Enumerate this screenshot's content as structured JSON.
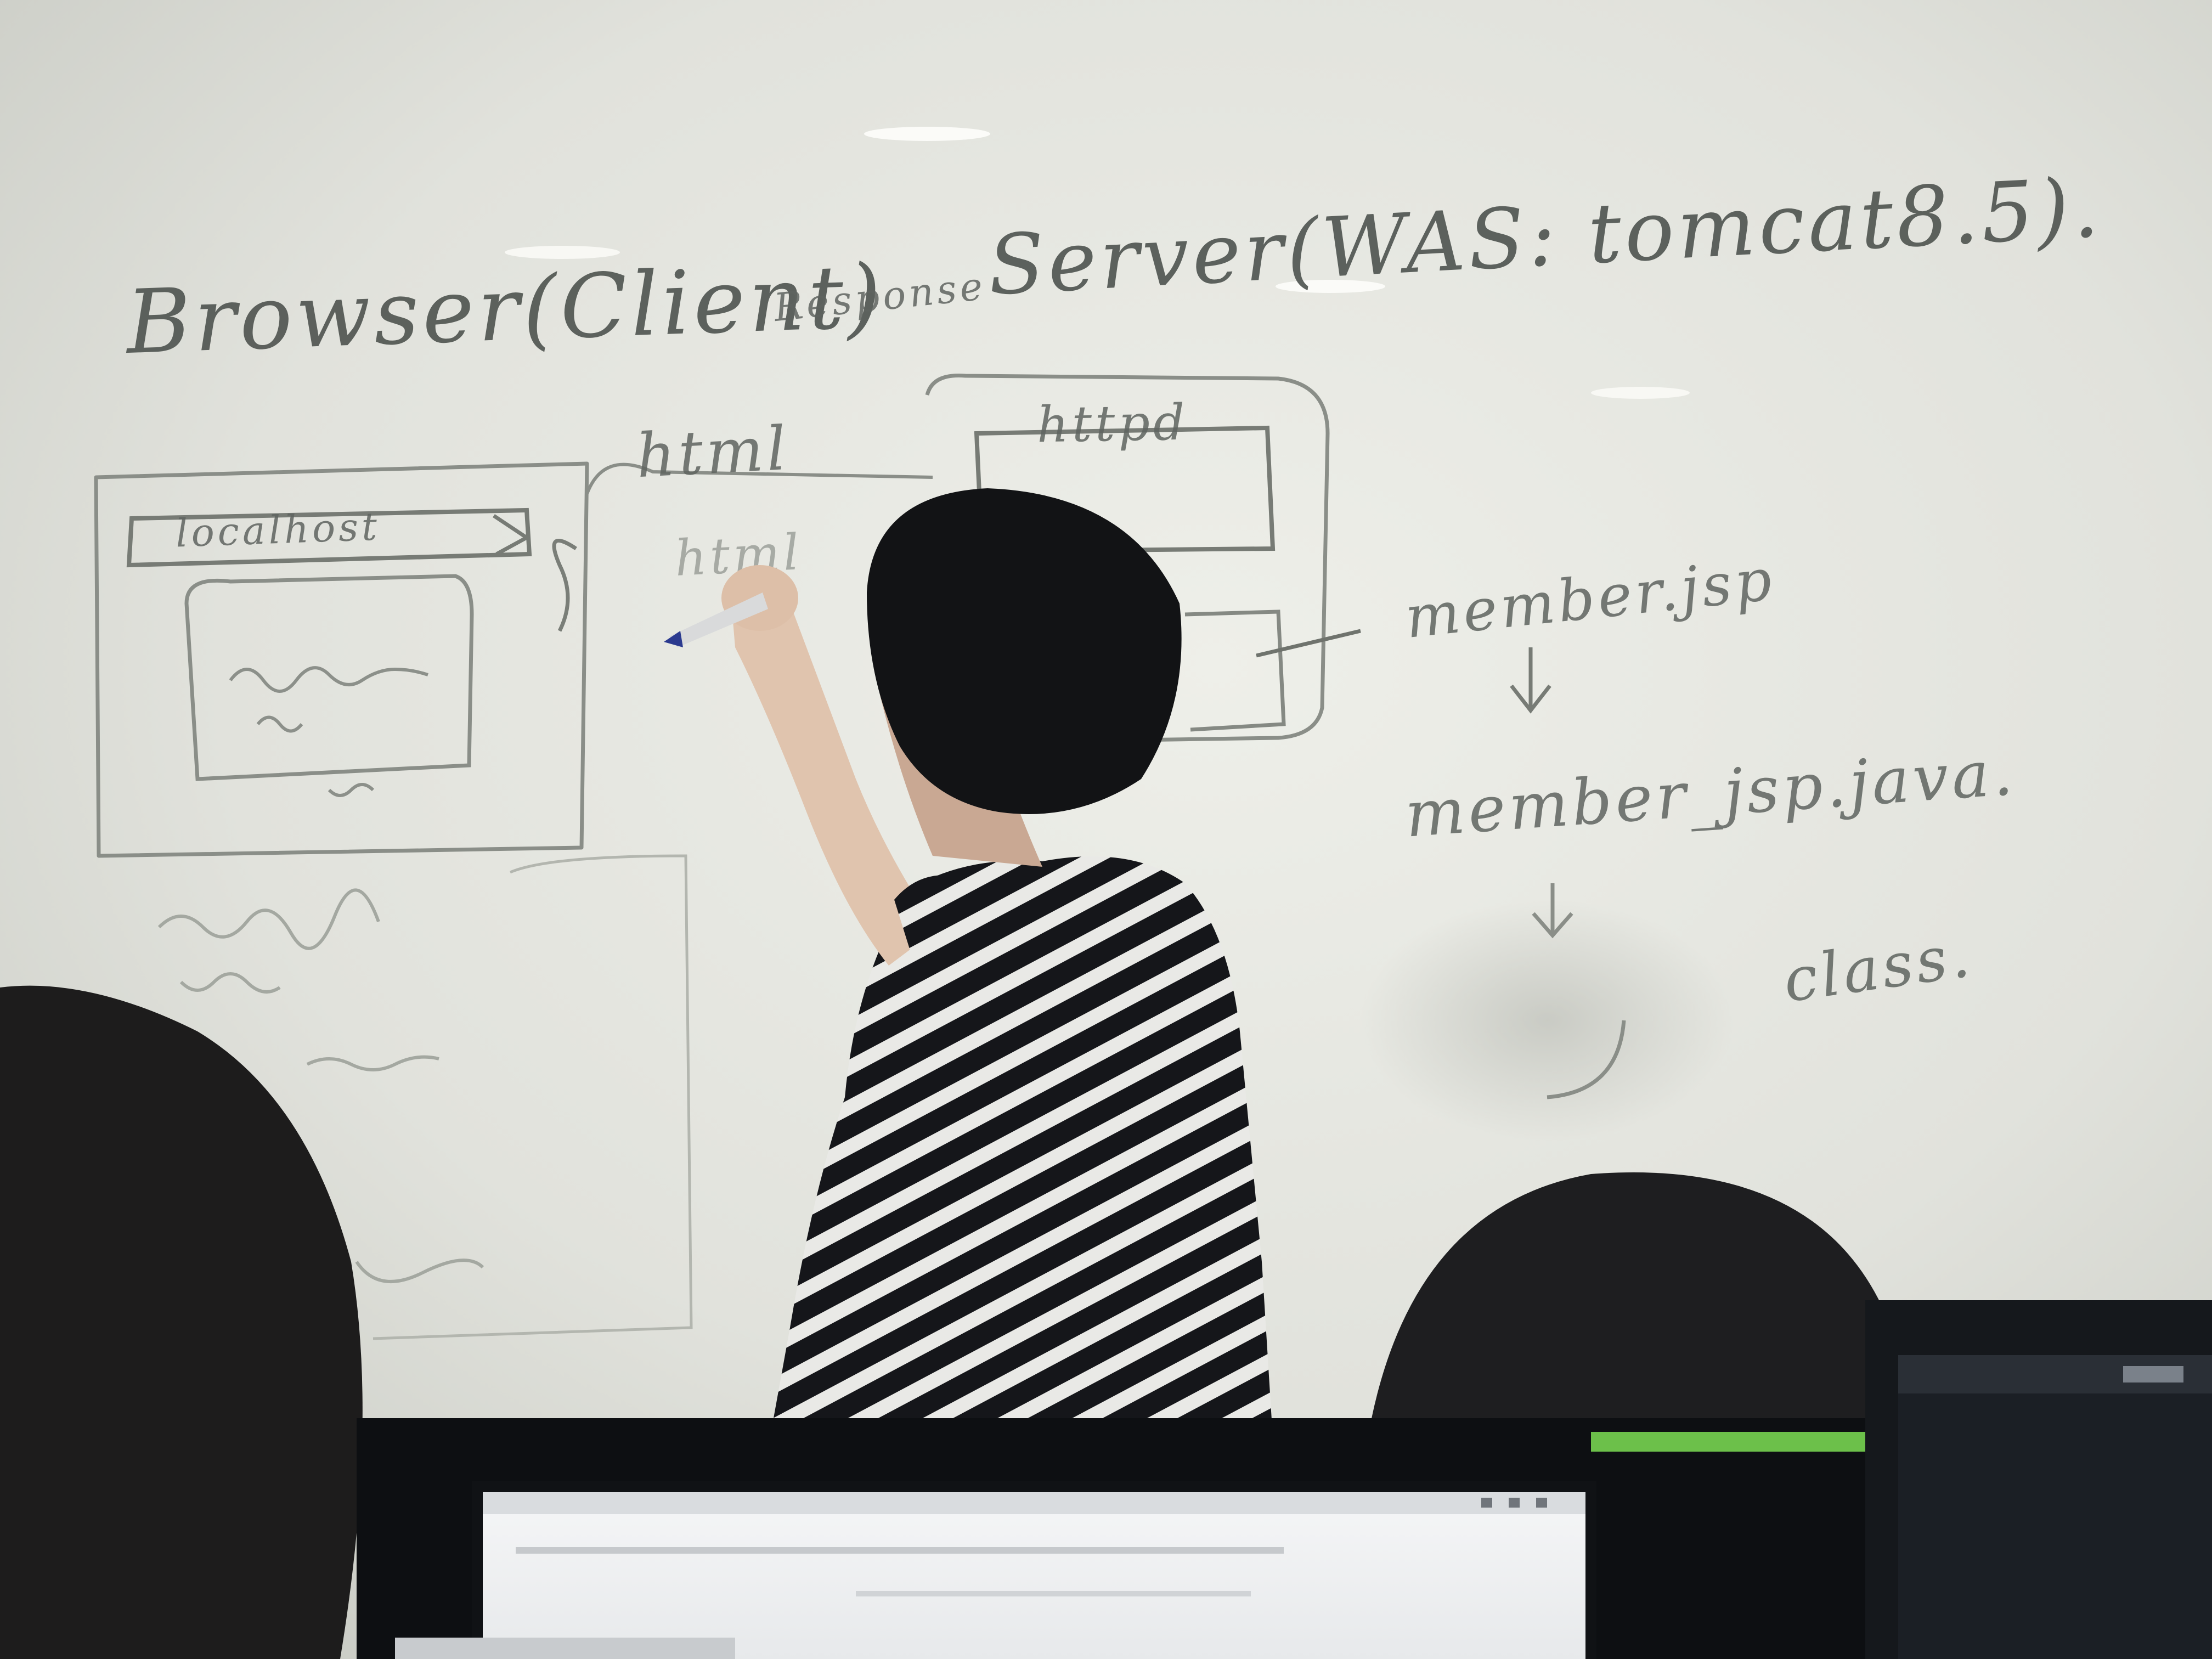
{
  "whiteboard": {
    "title_left": "Browser(Client)",
    "title_mid": "Response",
    "title_right": "Server(WAS: tomcat8.5).",
    "box_address": "localhost",
    "arrow_label_top": "html",
    "arrow_label_mid": "html",
    "server_box_label": "httpd",
    "file_jsp": "member.jsp",
    "file_java": "member_jsp.java.",
    "file_class": "class."
  },
  "colors": {
    "board": "#e4e5df",
    "marker": "#5f6460",
    "shirt_dark": "#15161a",
    "shirt_light": "#e9e9e6",
    "marker_pen": "#2b3a8f",
    "monitor_bezel": "#0d0f12",
    "green_strip": "#6cc04a"
  }
}
